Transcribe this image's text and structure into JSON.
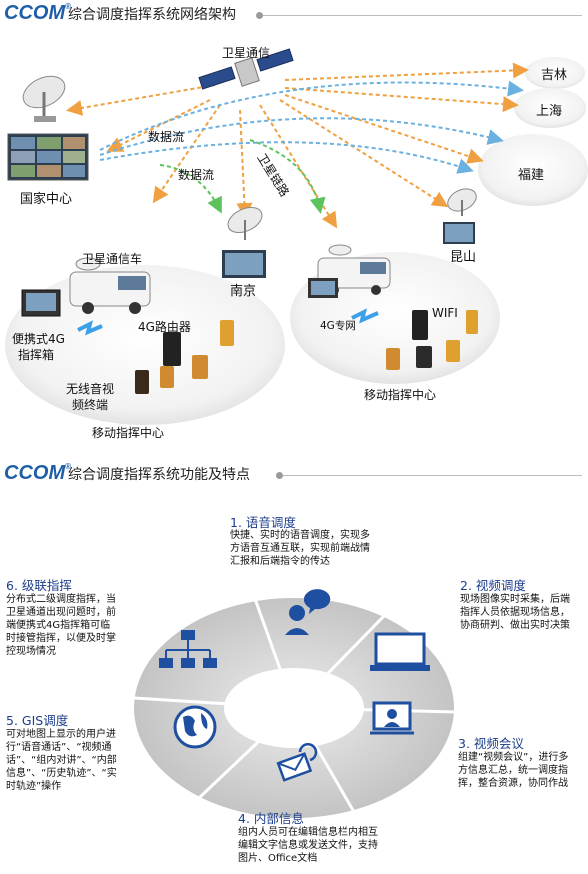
{
  "brand": "CCOM",
  "section1": {
    "title": "综合调度指挥系统网络架构",
    "labels": {
      "satellite": "卫星通信",
      "national_center": "国家中心",
      "dataflow_1": "数据流",
      "dataflow_2": "数据流",
      "satellite_link": "卫星链路",
      "satellite_vehicle": "卫星通信车",
      "nanjing": "南京",
      "kunshan": "昆山",
      "jilin": "吉林",
      "shanghai": "上海",
      "fujian": "福建",
      "portable_4g_line1": "便携式4G",
      "portable_4g_line2": "指挥箱",
      "router_4g": "4G路由器",
      "wireless_av_line1": "无线音视",
      "wireless_av_line2": "频终端",
      "mobile_center_left": "移动指挥中心",
      "private_4g": "4G专网",
      "wifi": "WIFI",
      "mobile_center_right": "移动指挥中心"
    }
  },
  "section2": {
    "title": "综合调度指挥系统功能及特点",
    "features": [
      {
        "title": "1. 语音调度",
        "desc": "快捷、实时的语音调度，实现多方语音互通互联，实现前端战情汇报和后端指令的传达",
        "icon": "voice-dispatch-icon"
      },
      {
        "title": "2. 视频调度",
        "desc": "现场图像实时采集，后端指挥人员依据现场信息，协商研判、做出实时决策",
        "icon": "laptop-icon"
      },
      {
        "title": "3. 视频会议",
        "desc": "组建“视频会议”，进行多方信息汇总，统一调度指挥，整合资源，协同作战",
        "icon": "video-conference-icon"
      },
      {
        "title": "4. 内部信息",
        "desc": "组内人员可在编辑信息栏内相互编辑文字信息或发送文件，支持图片、Office文档",
        "icon": "envelope-icon"
      },
      {
        "title": "5. GIS调度",
        "desc": "可对地图上显示的用户进行“语音通话”、“视频通话”、“组内对讲”、“内部信息”、“历史轨迹”、“实时轨迹”操作",
        "icon": "globe-icon"
      },
      {
        "title": "6. 级联指挥",
        "desc": "分布式二级调度指挥，当卫星通道出现问题时，前端便携式4G指挥箱可临时接管指挥，以便及时掌控现场情况",
        "icon": "hierarchy-icon"
      }
    ]
  },
  "colors": {
    "brand_blue": "#1e5fa8",
    "flow_orange": "#f0a040",
    "flow_blue": "#6ab0e0",
    "flow_green": "#5cc25c",
    "feature_title": "#1d3e8c",
    "icon_blue": "#1f4fa0"
  }
}
